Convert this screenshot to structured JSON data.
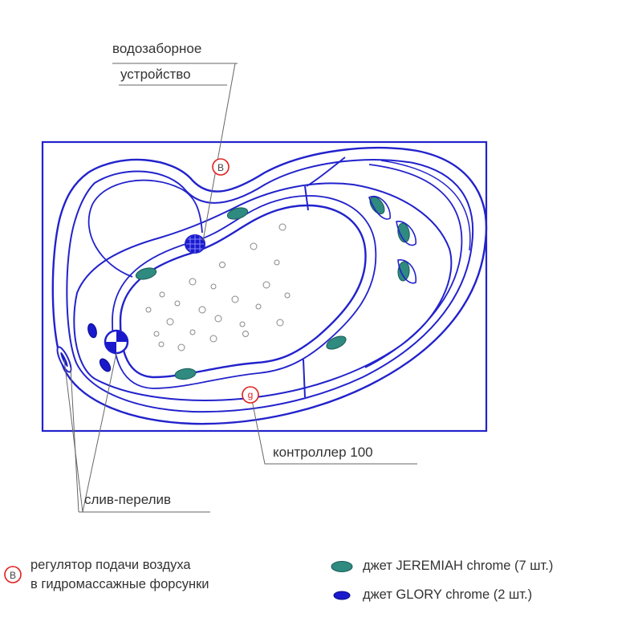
{
  "labels": {
    "intake_line1": "водозаборное",
    "intake_line2": "устройство",
    "controller": "контроллер 100",
    "drain": "слив-перелив"
  },
  "markers": {
    "air_regulator_symbol": "B",
    "controller_symbol": "g"
  },
  "legend": {
    "air_regulator_line1": "регулятор подачи воздуха",
    "air_regulator_line2": "в гидромассажные форсунки",
    "jeremiah": "джет JEREMIAH chrome (7 шт.)",
    "glory": "джет GLORY chrome (2 шт.)"
  },
  "colors": {
    "outline": "#2222cc",
    "jet_jeremiah": "#2f8a80",
    "jet_glory": "#1a1acc",
    "marker_red": "#e02020",
    "leader_line": "#666666"
  }
}
